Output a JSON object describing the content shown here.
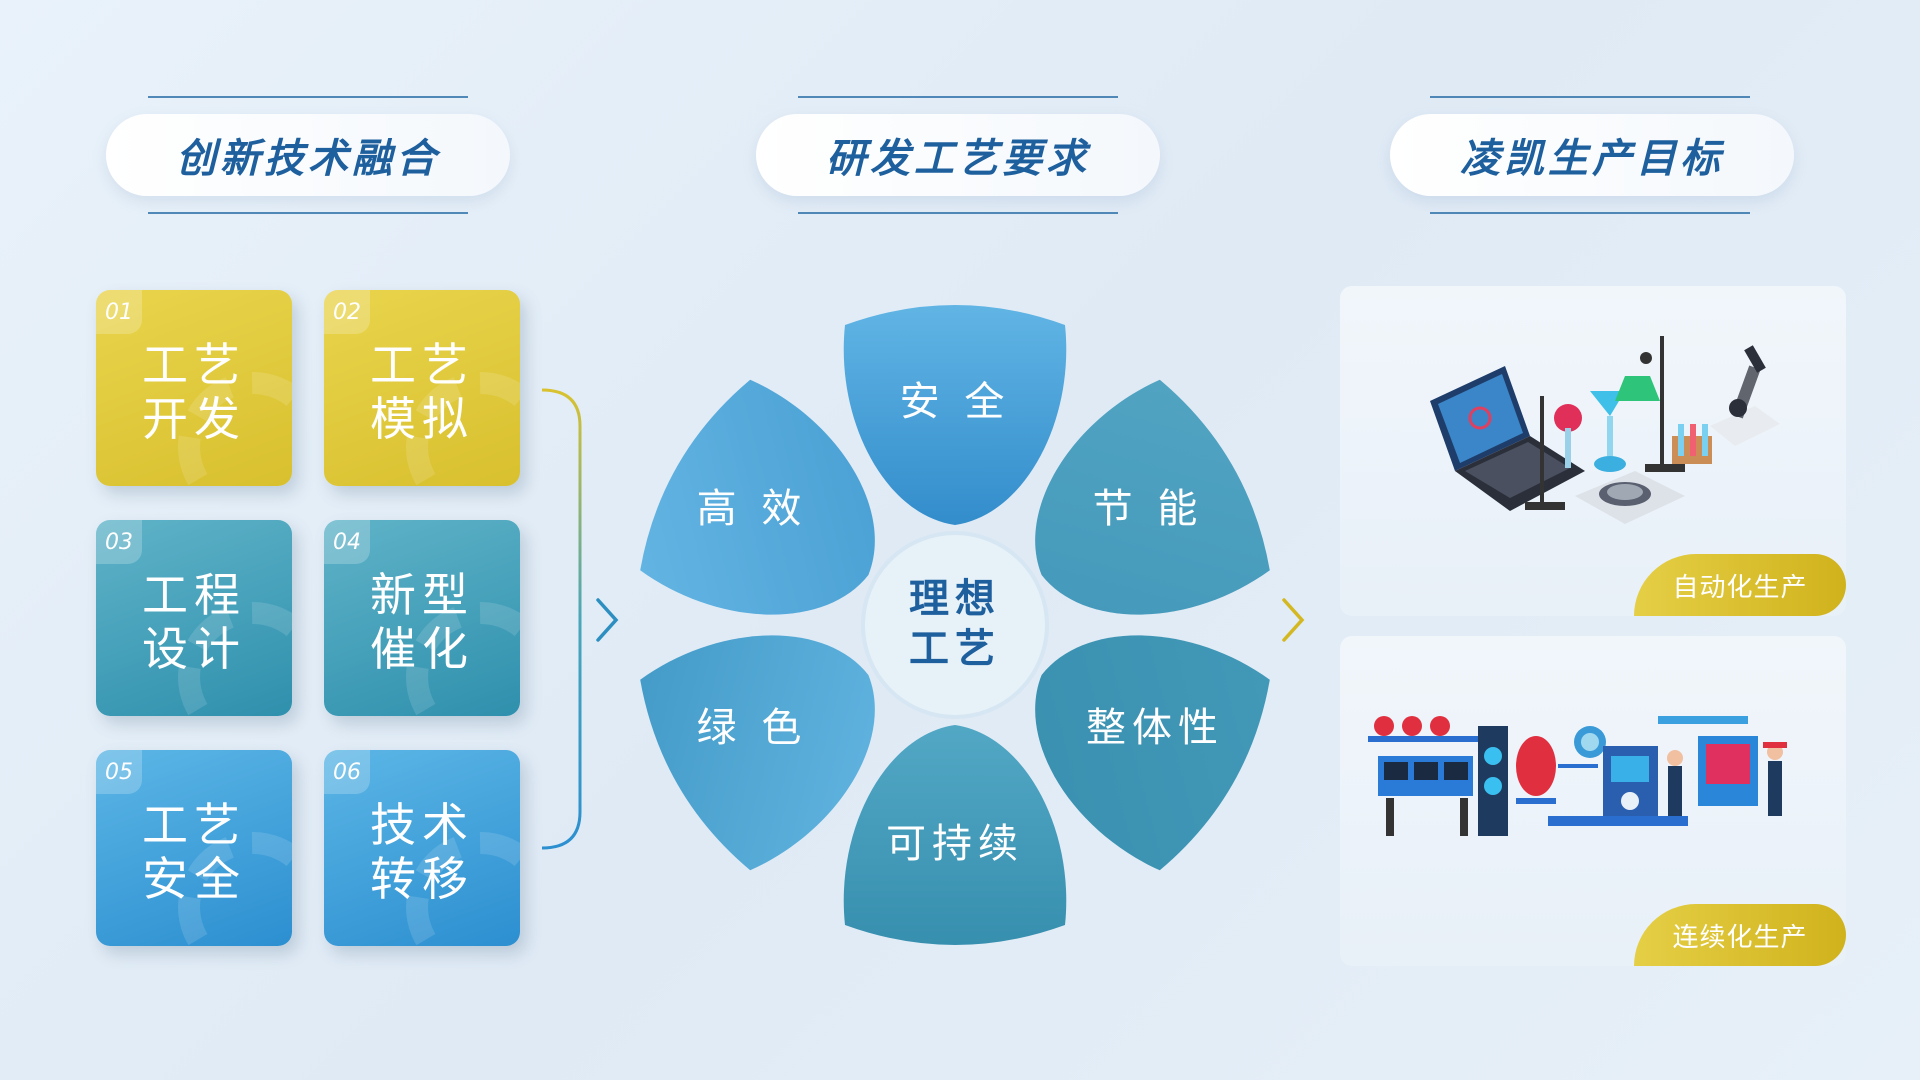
{
  "headers": {
    "col1": "创新技术融合",
    "col2": "研发工艺要求",
    "col3": "凌凯生产目标"
  },
  "tiles": [
    {
      "num": "01",
      "line1": "工艺",
      "line2": "开发"
    },
    {
      "num": "02",
      "line1": "工艺",
      "line2": "模拟"
    },
    {
      "num": "03",
      "line1": "工程",
      "line2": "设计"
    },
    {
      "num": "04",
      "line1": "新型",
      "line2": "催化"
    },
    {
      "num": "05",
      "line1": "工艺",
      "line2": "安全"
    },
    {
      "num": "06",
      "line1": "技术",
      "line2": "转移"
    }
  ],
  "flower": {
    "center_line1": "理想",
    "center_line2": "工艺",
    "petals": [
      "安 全",
      "节 能",
      "整体性",
      "可持续",
      "绿 色",
      "高 效"
    ]
  },
  "goals": {
    "goal1": "自动化生产",
    "goal2": "连续化生产"
  },
  "colors": {
    "yellow": "#d8c02e",
    "teal": "#2f90ad",
    "blue": "#2c8fd0",
    "header_text": "#1e5f9e"
  }
}
